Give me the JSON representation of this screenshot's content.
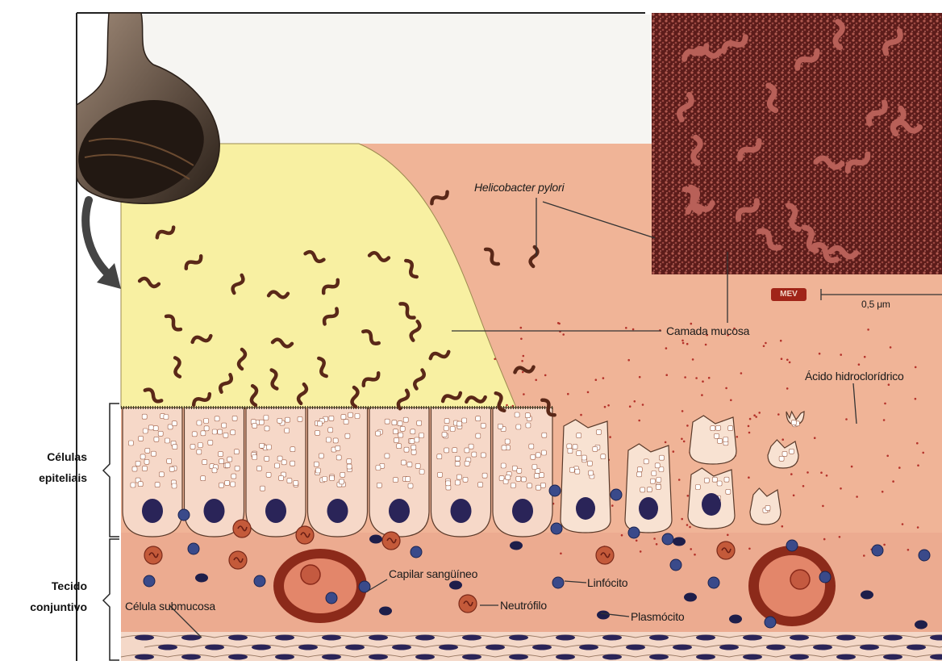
{
  "side_labels": {
    "epithelial": [
      "Células",
      "epiteliais"
    ],
    "connective": [
      "Tecido",
      "conjuntivo"
    ]
  },
  "labels": {
    "bacterium": "Helicobacter pylori",
    "mucus_layer": "Camada mucosa",
    "acid": "Ácido hidroclorídrico",
    "capillary": "Capilar sangüíneo",
    "lymphocyte": "Linfócito",
    "neutrophil": "Neutrófilo",
    "plasma_cell": "Plasmócito",
    "submucosa_cell": "Célula submucosa"
  },
  "micrograph": {
    "badge": "MEV",
    "scale": "0,5 μm"
  },
  "colors": {
    "mucus": "#f8f0a2",
    "tissue": "#f0b497",
    "bacteria": "#5a2818",
    "nucleus": "#2a2458",
    "capillary_wall": "#8c2a1a",
    "micrograph": "#5a1a18"
  }
}
